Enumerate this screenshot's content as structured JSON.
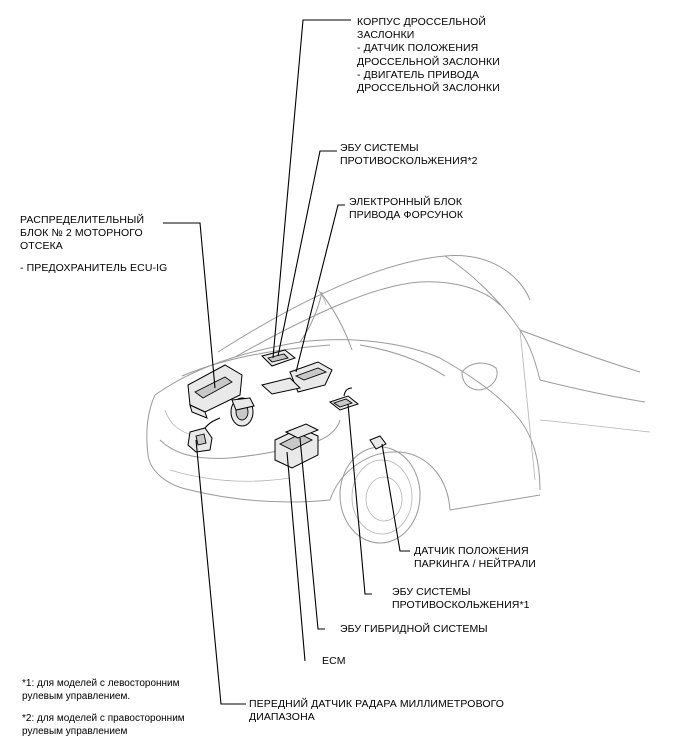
{
  "labels": {
    "throttle": {
      "lines": [
        "КОРПУС ДРОССЕЛЬНОЙ",
        "ЗАСЛОНКИ",
        "- ДАТЧИК ПОЛОЖЕНИЯ",
        "ДРОССЕЛЬНОЙ ЗАСЛОНКИ",
        "- ДВИГАТЕЛЬ ПРИВОДА",
        "ДРОССЕЛЬНОЙ ЗАСЛОНКИ"
      ]
    },
    "antitheft_ecu_2": {
      "lines": [
        "ЭБУ СИСТЕМЫ",
        "ПРОТИВОСКОЛЬЖЕНИЯ*2"
      ]
    },
    "injector_driver": {
      "lines": [
        "ЭЛЕКТРОННЫЙ БЛОК",
        "ПРИВОДА ФОРСУНОК"
      ]
    },
    "junction_block": {
      "lines": [
        "РАСПРЕДЕЛИТЕЛЬНЫЙ",
        "БЛОК № 2 МОТОРНОГО",
        "ОТСЕКА"
      ],
      "sub": "- ПРЕДОХРАНИТЕЛЬ ECU-IG"
    },
    "park_neutral": {
      "lines": [
        "ДАТЧИК ПОЛОЖЕНИЯ",
        "ПАРКИНГА / НЕЙТРАЛИ"
      ]
    },
    "antitheft_ecu_1": {
      "lines": [
        "ЭБУ СИСТЕМЫ",
        "ПРОТИВОСКОЛЬЖЕНИЯ*1"
      ]
    },
    "hybrid_ecu": {
      "lines": [
        "ЭБУ ГИБРИДНОЙ СИСТЕМЫ"
      ]
    },
    "ecm": {
      "lines": [
        "ECM"
      ]
    },
    "radar": {
      "lines": [
        "ПЕРЕДНИЙ ДАТЧИК РАДАРА  МИЛЛИМЕТРОВОГО",
        "ДИАПАЗОНА"
      ]
    }
  },
  "notes": [
    {
      "lines": [
        "*1: для моделей с левосторонним",
        "рулевым управлением."
      ]
    },
    {
      "lines": [
        "*2: для моделей с правосторонним",
        "рулевым управлением"
      ]
    }
  ]
}
